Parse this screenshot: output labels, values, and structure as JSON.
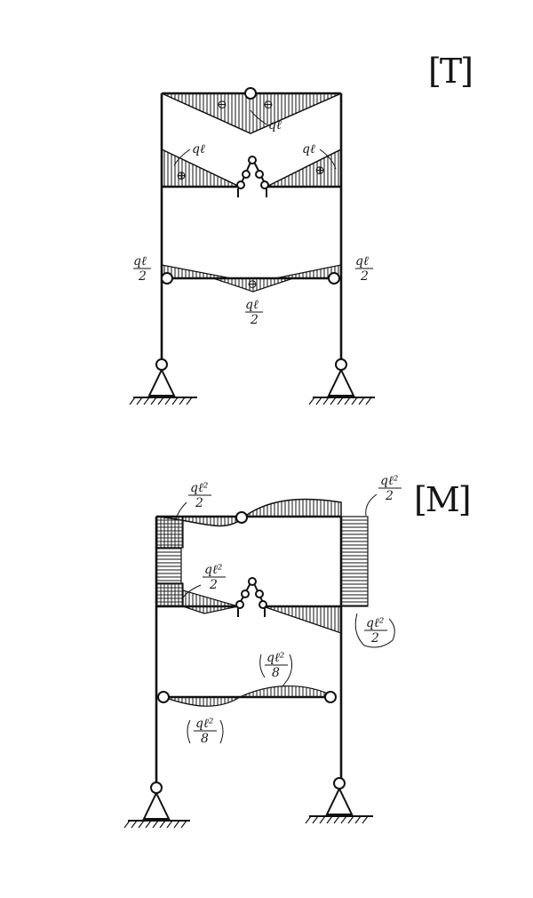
{
  "diagrams": {
    "shear": {
      "tag": "[T]",
      "labels": {
        "top_beam": "qℓ",
        "left_inner": "qℓ",
        "right_inner": "qℓ",
        "lower_left_num": "qℓ",
        "lower_left_den": "2",
        "lower_right_num": "qℓ",
        "lower_right_den": "2",
        "lower_mid_num": "qℓ",
        "lower_mid_den": "2"
      },
      "signs": {
        "minus": "⊖",
        "plus": "⊕"
      }
    },
    "moment": {
      "tag": "[M]",
      "labels": {
        "top_left_num": "qℓ²",
        "top_left_den": "2",
        "top_right_num": "qℓ²",
        "top_right_den": "2",
        "mid_left_num": "qℓ²",
        "mid_left_den": "2",
        "mid_right_num": "qℓ²",
        "mid_right_den": "2",
        "lower_top_num": "qℓ²",
        "lower_top_den": "8",
        "lower_bot_num": "qℓ²",
        "lower_bot_den": "8"
      }
    }
  },
  "colors": {
    "ink": "#111111",
    "paper": "#ffffff"
  }
}
